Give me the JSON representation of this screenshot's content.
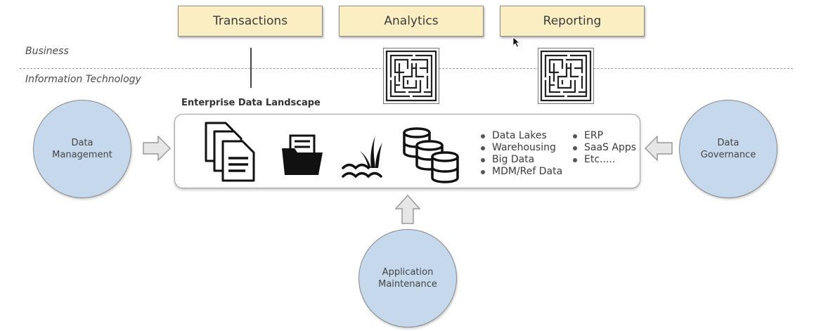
{
  "top_boxes": [
    "Transactions",
    "Analytics",
    "Reporting"
  ],
  "layers": {
    "business": "Business",
    "it": "Information Technology"
  },
  "landscape": {
    "title": "Enterprise Data Landscape",
    "list_left": [
      "Data Lakes",
      "Warehousing",
      "Big Data",
      "MDM/Ref Data"
    ],
    "list_right": [
      "ERP",
      "SaaS Apps",
      "Etc....."
    ]
  },
  "circles": {
    "data_management": "Data Management",
    "data_governance": "Data Governance",
    "application_maintenance": "Application Maintenance"
  },
  "icons": [
    "documents-icon",
    "folder-icon",
    "lake-icon",
    "database-icon",
    "maze-icon",
    "arrow-right-icon",
    "arrow-left-icon",
    "arrow-up-icon",
    "cursor-icon"
  ],
  "colors": {
    "box_fill": "#fbeec3",
    "circle_fill": "#c6d8ec"
  }
}
